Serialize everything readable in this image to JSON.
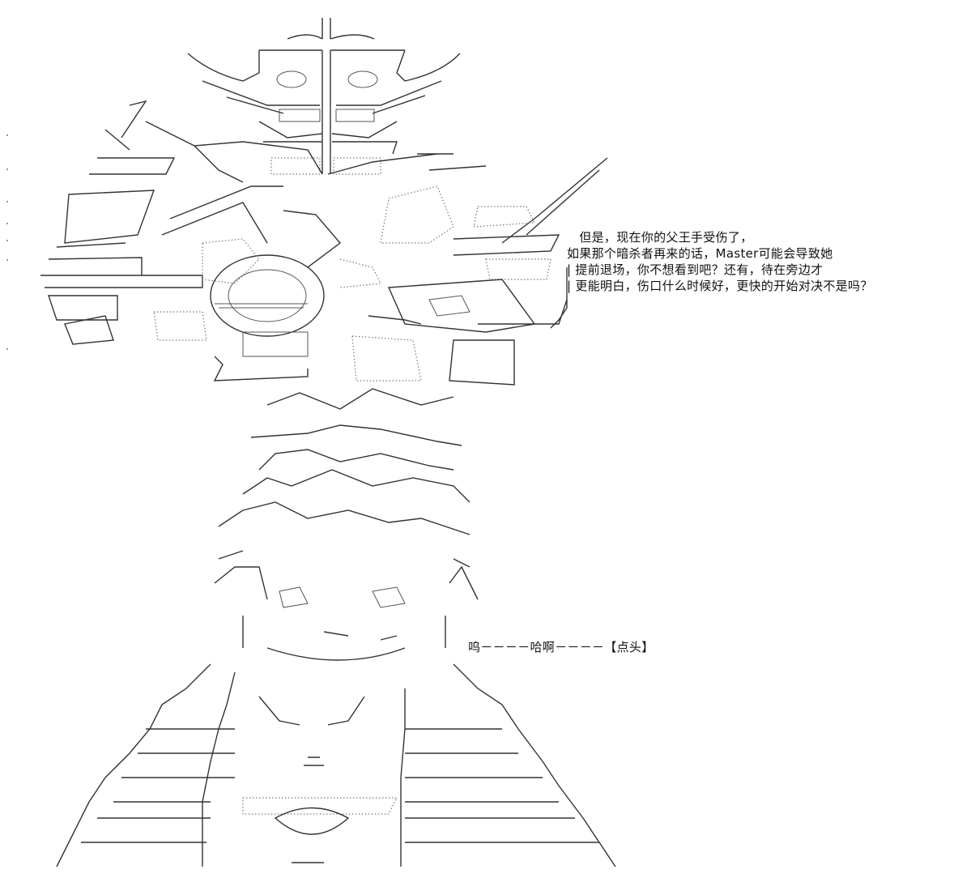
{
  "dialogue_block_1": {
    "line_1": "　但是，现在你的父王手受伤了，",
    "line_2": "如果那个暗杀者再来的话，Master可能会导致她",
    "line_3": "| 提前退场，你不想看到吧？还有，待在旁边才",
    "line_4": "| 更能明白，伤口什么时候好，更快的开始对决不是吗？"
  },
  "dialogue_block_2": {
    "line_1": "呜－－－－哈啊－－－－【点头】"
  }
}
